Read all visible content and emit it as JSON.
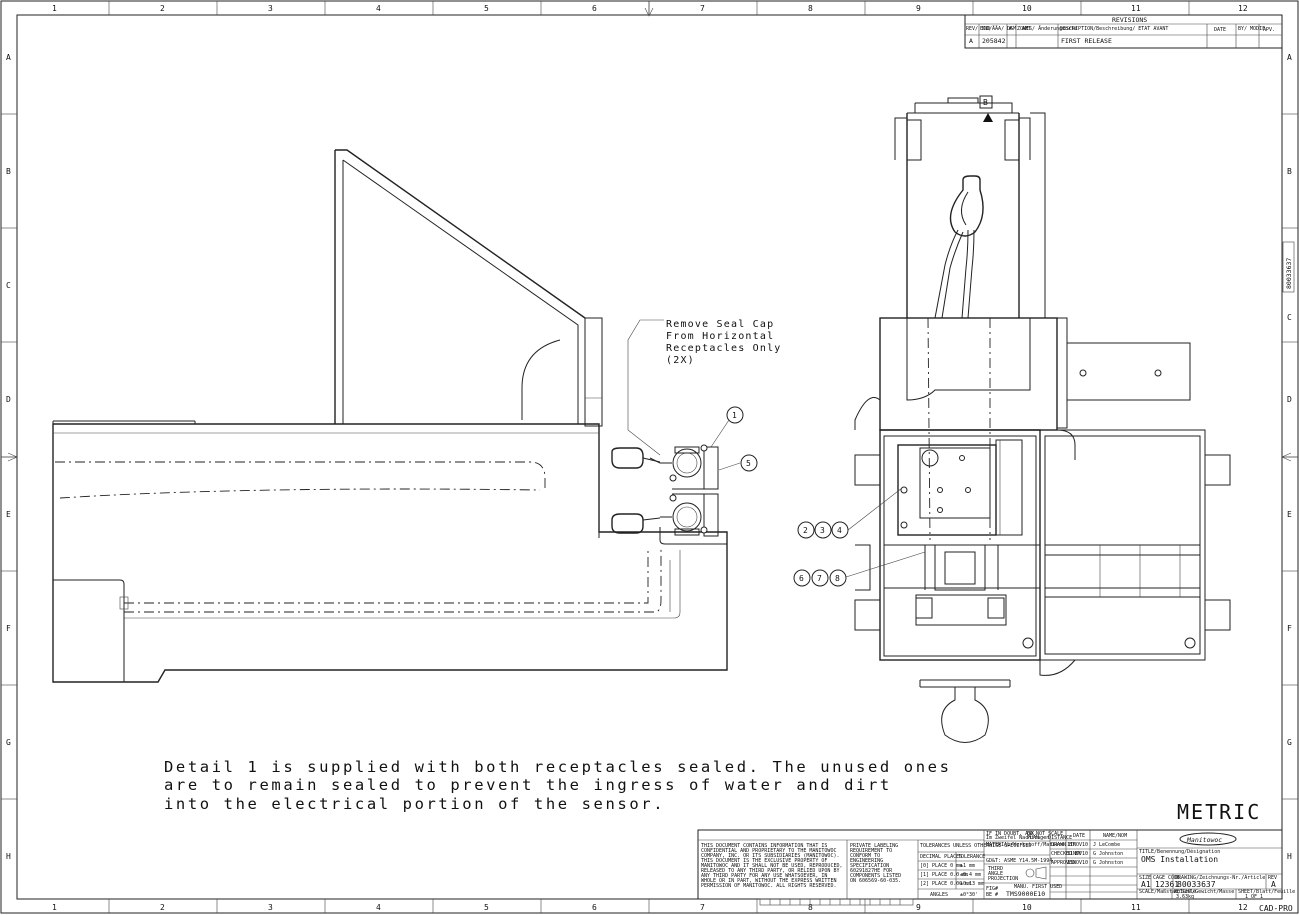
{
  "frame": {
    "col_labels": [
      "1",
      "2",
      "3",
      "4",
      "5",
      "6",
      "7",
      "8",
      "9",
      "10",
      "11",
      "12"
    ],
    "row_labels": [
      "A",
      "B",
      "C",
      "D",
      "E",
      "F",
      "G",
      "H"
    ],
    "side_tag": "80033637",
    "corner_tag": "CAD-PRO"
  },
  "revisions": {
    "title": "REVISIONS",
    "headers": {
      "rev": "REV/ IND",
      "eco": "ECO/ÄÄA/ DGM. AMT",
      "num": "#",
      "zones": "ZONES/ Änderungsorte",
      "description": "DESCRIPTION/Beschreibung/ ETAT AVANT",
      "date": "DATE",
      "modif": "BY/ MODIF.",
      "apv": "APV."
    },
    "row": {
      "rev": "A",
      "eco": "205842",
      "description": "FIRST RELEASE"
    }
  },
  "callouts": {
    "c1": "1",
    "c2": "2",
    "c3": "3",
    "c4": "4",
    "c5": "5",
    "c6": "6",
    "c7": "7",
    "c8": "8",
    "view_b": "B"
  },
  "seal_note": [
    "Remove Seal Cap",
    "From Horizontal",
    "Receptacles Only",
    "(2X)"
  ],
  "main_note": [
    "Detail 1 is supplied with both receptacles sealed. The unused ones",
    "are to remain sealed to prevent the ingress of water and dirt",
    "into the electrical portion of the sensor."
  ],
  "metric_label": "METRIC",
  "title_block": {
    "confidential": [
      "THIS DOCUMENT CONTAINS INFORMATION THAT IS",
      "CONFIDENTIAL AND PROPRIETARY TO THE MANITOWOC",
      "COMPANY, INC. OR ITS SUBSIDIARIES (MANITOWOC).",
      "THIS DOCUMENT IS THE EXCLUSIVE PROPERTY OF",
      "MANITOWOC AND IT SHALL NOT BE USED, REPRODUCED,",
      "RELEASED TO ANY THIRD PARTY, OR RELIED UPON BY",
      "ANY THIRD PARTY FOR ANY USE WHATSOEVER, IN",
      "WHOLE OR IN PART, WITHOUT THE EXPRESS WRITTEN",
      "PERMISSION OF MANITOWOC. ALL RIGHTS RESERVED."
    ],
    "labeling": [
      "PRIVATE LABELING",
      "REQUIREMENT TO",
      "CONFORM TO",
      "ENGINEERING",
      "SPECIFICATION",
      "60291827HE FOR",
      "COMPONENTS LISTED",
      "ON 606569-60-035."
    ],
    "tolerances": {
      "title": "TOLERANCES UNLESS OTHERWISE SPECIFIED",
      "decimal": "DECIMAL PLACES",
      "tolerance": "TOLERANCE",
      "rows": [
        [
          "[0] PLACE  0 mm",
          "±1 mm"
        ],
        [
          "[1] PLACE  0.0 mm",
          "±0.4 mm"
        ],
        [
          "[2] PLACE  0.00 mm",
          "±0.13 mm"
        ]
      ],
      "angles": "ANGLES",
      "angles_val": "±0°30'"
    },
    "geo": [
      "IF IN DOUBT, ASK.",
      "Im Zweifel Nachfragen",
      "DO NOT SCALE",
      "PLAN - DISTANCE"
    ],
    "material": "MATERIAL/Werkstoff/Matière",
    "gdt": "GD&T: ASME Y14.5M-1994",
    "projection": [
      "THIRD",
      "ANGLE",
      "PROJECTION"
    ],
    "finish": "MANU. FIRST USED",
    "finish_code": "TMS9000E10",
    "fig": "FIG#",
    "be": "BE #",
    "sign_headers": [
      "DATE",
      "NAME/NOM"
    ],
    "sign_rows": [
      [
        "DRAWN BY",
        "11NOV10",
        "J LeCombe"
      ],
      [
        "CHECKED BY",
        "11NOV10",
        "G Johnston"
      ],
      [
        "APPROVED",
        "11NOV10",
        "G Johnston"
      ]
    ],
    "logo": "Manitowoc",
    "title_label": "TITLE/Benennung/Désignation",
    "title": "OMS Installation",
    "size_label": "SIZE",
    "size": "A1",
    "cage_label": "CAGE CODE",
    "cage": "12361",
    "drawing_no_label": "DRAWING/Zeichnungs-Nr./Article",
    "drawing_no": "80033637",
    "rev_label": "REV",
    "rev": "A",
    "scale_label": "SCALE/Maßstab/Scale",
    "weight_label": "WEIGHT/Gewicht/Masse",
    "weight": "3.63kg",
    "sheet_label": "SHEET/Blatt/Feuille",
    "sheet": "1 OF 1"
  }
}
